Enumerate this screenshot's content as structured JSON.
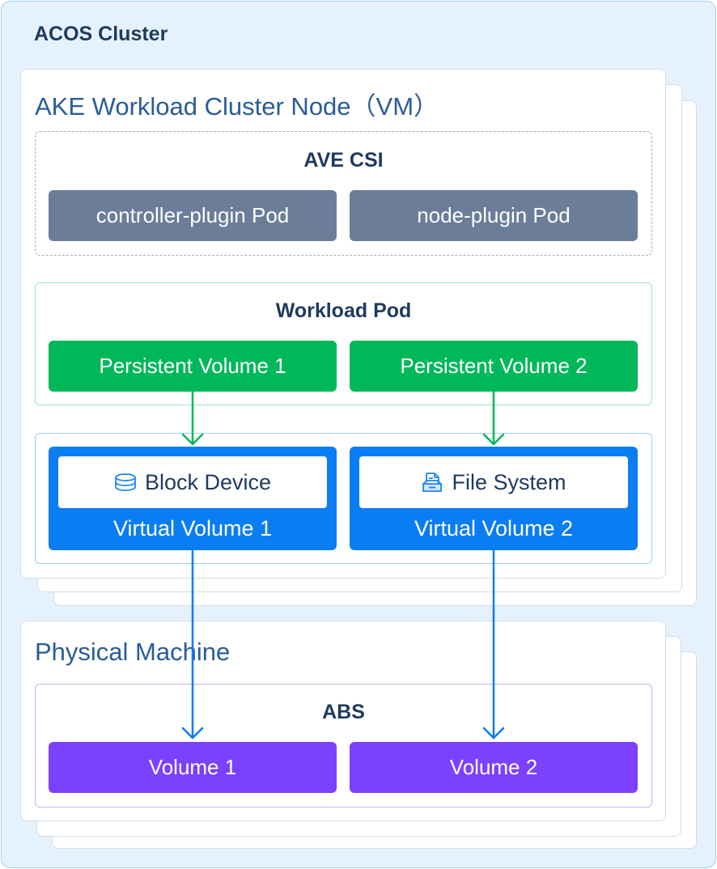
{
  "cluster": {
    "title": "ACOS Cluster"
  },
  "vm_node": {
    "title": "AKE Workload Cluster Node（VM）",
    "csi": {
      "title": "AVE CSI",
      "pods": [
        "controller-plugin Pod",
        "node-plugin Pod"
      ]
    },
    "workload": {
      "title": "Workload Pod",
      "volumes": [
        "Persistent Volume 1",
        "Persistent Volume 2"
      ]
    },
    "virtual_volumes": [
      {
        "inner": "Block Device",
        "icon": "database-icon",
        "label": "Virtual Volume 1"
      },
      {
        "inner": "File System",
        "icon": "file-system-icon",
        "label": "Virtual Volume 2"
      }
    ]
  },
  "physical": {
    "title": "Physical Machine",
    "abs": {
      "title": "ABS",
      "volumes": [
        "Volume 1",
        "Volume 2"
      ]
    }
  },
  "colors": {
    "cluster_bg": "#e5f2fd",
    "pod_gray": "#6b7d99",
    "pv_green": "#00b85a",
    "vv_blue": "#0a7df2",
    "abs_purple": "#7c40ff",
    "title_blue": "#2a5c97"
  }
}
